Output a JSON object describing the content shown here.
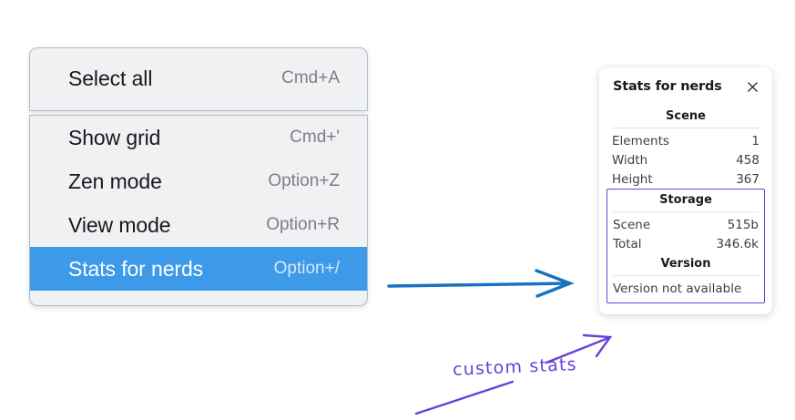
{
  "context_menu": {
    "name": "context-menu",
    "sections": [
      {
        "items": [
          {
            "label": "Select all",
            "shortcut": "Cmd+A",
            "selected": false
          }
        ]
      },
      {
        "items": [
          {
            "label": "Show grid",
            "shortcut": "Cmd+'",
            "selected": false
          },
          {
            "label": "Zen mode",
            "shortcut": "Option+Z",
            "selected": false
          },
          {
            "label": "View mode",
            "shortcut": "Option+R",
            "selected": false
          },
          {
            "label": "Stats for nerds",
            "shortcut": "Option+/",
            "selected": true
          }
        ]
      }
    ]
  },
  "stats_panel": {
    "title": "Stats for nerds",
    "close_icon": "close-icon",
    "sections": [
      {
        "title": "Scene",
        "boxed": false,
        "rows": [
          {
            "label": "Elements",
            "value": "1"
          },
          {
            "label": "Width",
            "value": "458"
          },
          {
            "label": "Height",
            "value": "367"
          }
        ]
      },
      {
        "title": "Storage",
        "boxed": true,
        "rows": [
          {
            "label": "Scene",
            "value": "515b"
          },
          {
            "label": "Total",
            "value": "346.6k"
          }
        ]
      },
      {
        "title": "Version",
        "boxed": true,
        "note": "Version not available"
      }
    ]
  },
  "annotations": {
    "custom_stats_label": "custom stats"
  },
  "colors": {
    "menu_background": "#f0f1f3",
    "menu_border": "#b4bcc6",
    "menu_highlight": "#3c9ae8",
    "menu_text": "#16191d",
    "menu_shortcut_text": "#7b7f86",
    "annotation_blue": "#1971c2",
    "annotation_purple": "#6741d9",
    "card_background": "#ffffff",
    "page_background": "#ffffff"
  }
}
